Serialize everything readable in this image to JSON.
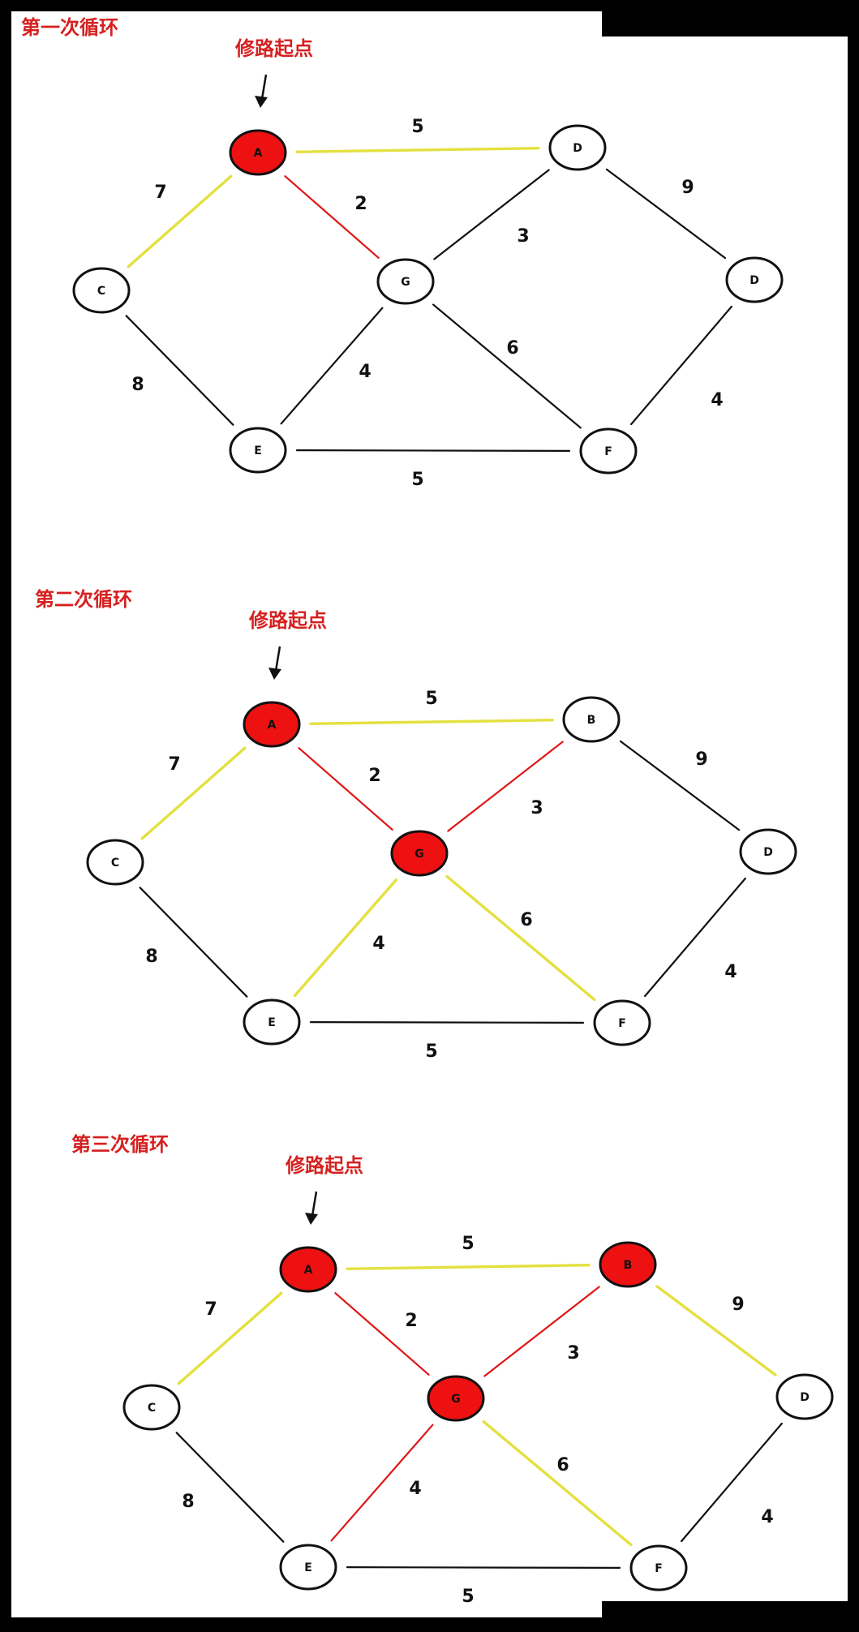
{
  "colors": {
    "black": "#111111",
    "red": "#e01515",
    "yellow": "#e4e040",
    "node_fill": "#ffffff",
    "node_active": "#ee1111",
    "title_red": "#d62020"
  },
  "panels": [
    {
      "title": "第一次循环",
      "start_label": "修路起点",
      "nodes": [
        {
          "id": "A",
          "label": "A",
          "active": true
        },
        {
          "id": "D1",
          "label": "D",
          "active": false
        },
        {
          "id": "C",
          "label": "C",
          "active": false
        },
        {
          "id": "G",
          "label": "G",
          "active": false
        },
        {
          "id": "D2",
          "label": "D",
          "active": false
        },
        {
          "id": "E",
          "label": "E",
          "active": false
        },
        {
          "id": "F",
          "label": "F",
          "active": false
        }
      ],
      "edges": [
        {
          "from": "A",
          "to": "D1",
          "weight": "5",
          "color": "yellow"
        },
        {
          "from": "A",
          "to": "C",
          "weight": "7",
          "color": "yellow"
        },
        {
          "from": "A",
          "to": "G",
          "weight": "2",
          "color": "red"
        },
        {
          "from": "D1",
          "to": "G",
          "weight": "3",
          "color": "black"
        },
        {
          "from": "D1",
          "to": "D2",
          "weight": "9",
          "color": "black"
        },
        {
          "from": "C",
          "to": "E",
          "weight": "8",
          "color": "black"
        },
        {
          "from": "G",
          "to": "E",
          "weight": "4",
          "color": "black"
        },
        {
          "from": "G",
          "to": "F",
          "weight": "6",
          "color": "black"
        },
        {
          "from": "D2",
          "to": "F",
          "weight": "4",
          "color": "black"
        },
        {
          "from": "E",
          "to": "F",
          "weight": "5",
          "color": "black"
        }
      ]
    },
    {
      "title": "第二次循环",
      "start_label": "修路起点",
      "nodes": [
        {
          "id": "A",
          "label": "A",
          "active": true
        },
        {
          "id": "B",
          "label": "B",
          "active": false
        },
        {
          "id": "C",
          "label": "C",
          "active": false
        },
        {
          "id": "G",
          "label": "G",
          "active": true
        },
        {
          "id": "D",
          "label": "D",
          "active": false
        },
        {
          "id": "E",
          "label": "E",
          "active": false
        },
        {
          "id": "F",
          "label": "F",
          "active": false
        }
      ],
      "edges": [
        {
          "from": "A",
          "to": "B",
          "weight": "5",
          "color": "yellow"
        },
        {
          "from": "A",
          "to": "C",
          "weight": "7",
          "color": "yellow"
        },
        {
          "from": "A",
          "to": "G",
          "weight": "2",
          "color": "red"
        },
        {
          "from": "B",
          "to": "G",
          "weight": "3",
          "color": "red"
        },
        {
          "from": "B",
          "to": "D",
          "weight": "9",
          "color": "black"
        },
        {
          "from": "C",
          "to": "E",
          "weight": "8",
          "color": "black"
        },
        {
          "from": "G",
          "to": "E",
          "weight": "4",
          "color": "yellow"
        },
        {
          "from": "G",
          "to": "F",
          "weight": "6",
          "color": "yellow"
        },
        {
          "from": "D",
          "to": "F",
          "weight": "4",
          "color": "black"
        },
        {
          "from": "E",
          "to": "F",
          "weight": "5",
          "color": "black"
        }
      ]
    },
    {
      "title": "第三次循环",
      "start_label": "修路起点",
      "nodes": [
        {
          "id": "A",
          "label": "A",
          "active": true
        },
        {
          "id": "B",
          "label": "B",
          "active": true
        },
        {
          "id": "C",
          "label": "C",
          "active": false
        },
        {
          "id": "G",
          "label": "G",
          "active": true
        },
        {
          "id": "D",
          "label": "D",
          "active": false
        },
        {
          "id": "E",
          "label": "E",
          "active": false
        },
        {
          "id": "F",
          "label": "F",
          "active": false
        }
      ],
      "edges": [
        {
          "from": "A",
          "to": "B",
          "weight": "5",
          "color": "yellow"
        },
        {
          "from": "A",
          "to": "C",
          "weight": "7",
          "color": "yellow"
        },
        {
          "from": "A",
          "to": "G",
          "weight": "2",
          "color": "red"
        },
        {
          "from": "B",
          "to": "G",
          "weight": "3",
          "color": "red"
        },
        {
          "from": "B",
          "to": "D",
          "weight": "9",
          "color": "yellow"
        },
        {
          "from": "C",
          "to": "E",
          "weight": "8",
          "color": "black"
        },
        {
          "from": "G",
          "to": "E",
          "weight": "4",
          "color": "red"
        },
        {
          "from": "G",
          "to": "F",
          "weight": "6",
          "color": "yellow"
        },
        {
          "from": "D",
          "to": "F",
          "weight": "4",
          "color": "black"
        },
        {
          "from": "E",
          "to": "F",
          "weight": "5",
          "color": "black"
        }
      ]
    }
  ]
}
